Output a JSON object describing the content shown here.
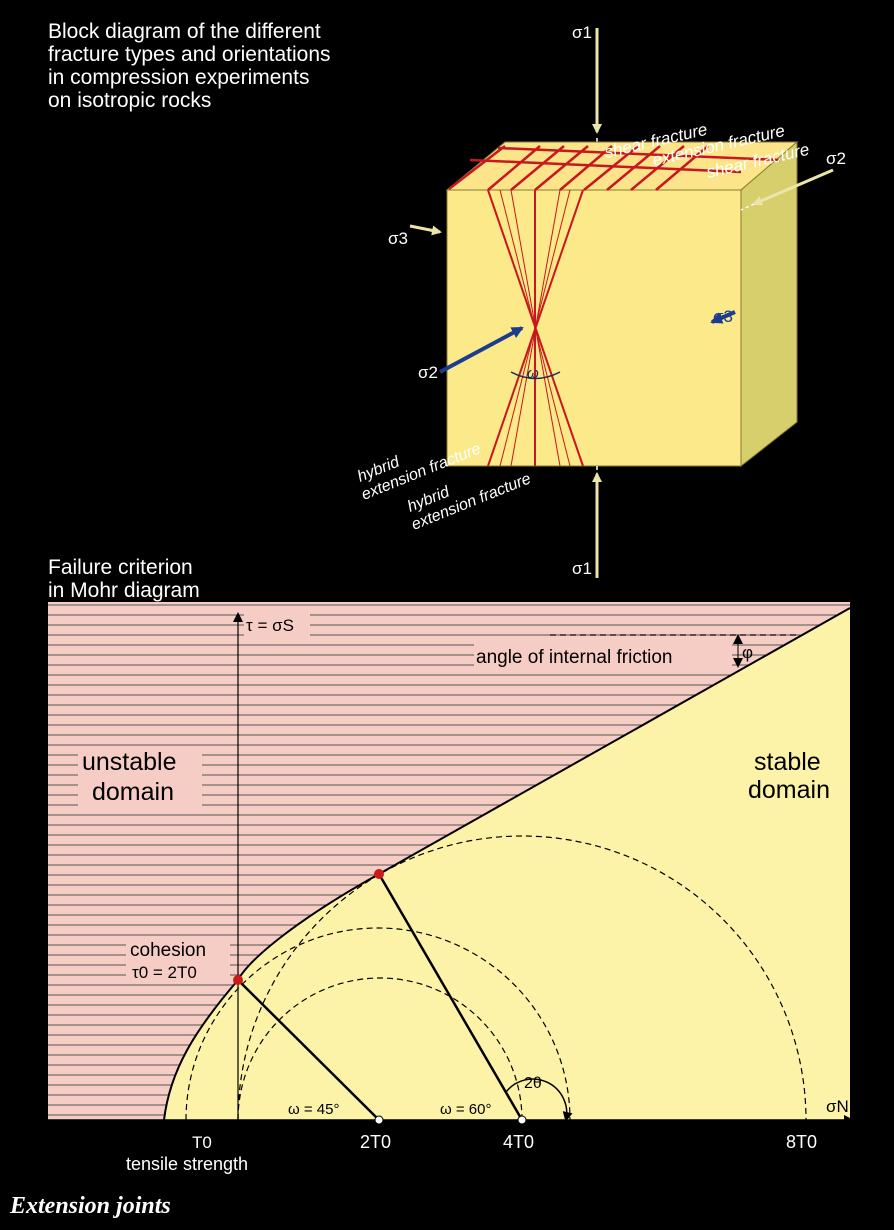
{
  "block": {
    "title_lines": [
      "Block diagram of the different",
      "fracture types and orientations",
      "in compression experiments",
      "on isotropic rocks"
    ],
    "labels": {
      "sigma1_top": "σ1",
      "sigma1_bottom": "σ1",
      "sigma2_right": "σ2",
      "sigma2_left": "σ2",
      "sigma3_left": "σ3",
      "sigma3_right": "σ3",
      "shear_fracture_1": "shear fracture",
      "extension_fracture": "extension fracture",
      "shear_fracture_2": "shear fracture",
      "hybrid_1_line1": "hybrid",
      "hybrid_1_line2": "extension fracture",
      "hybrid_2_line1": "hybrid",
      "hybrid_2_line2": "extension fracture",
      "omega": "ω"
    },
    "colors": {
      "face_front": "#fce98a",
      "face_top": "#fbe48a",
      "face_side": "#d6cf6c",
      "fracture": "#c8171e",
      "arrow_beige": "#ece5a9",
      "arrow_blue": "#1c3d8f"
    }
  },
  "mohr": {
    "title_lines": [
      "Failure criterion",
      "in Mohr diagram"
    ],
    "labels": {
      "tau_axis": "τ = σS",
      "sigma_n_axis": "σN",
      "friction": "angle of internal friction",
      "phi": "φ",
      "unstable_line1": "unstable",
      "unstable_line2": "domain",
      "stable_line1": "stable",
      "stable_line2": "domain",
      "cohesion_line1": "cohesion",
      "cohesion_line2": "τ0 = 2T0",
      "omega45": "ω = 45°",
      "omega60": "ω = 60°",
      "two_theta": "2θ",
      "t0": "T0",
      "tick_2t0": "2T0",
      "tick_4t0": "4T0",
      "tick_8t0": "8T0",
      "tensile": "tensile strength"
    },
    "colors": {
      "unstable_fill": "#f5cdc4",
      "stable_fill": "#fdf3a8",
      "point_red": "#cc1a1a"
    }
  },
  "caption": "Extension joints"
}
